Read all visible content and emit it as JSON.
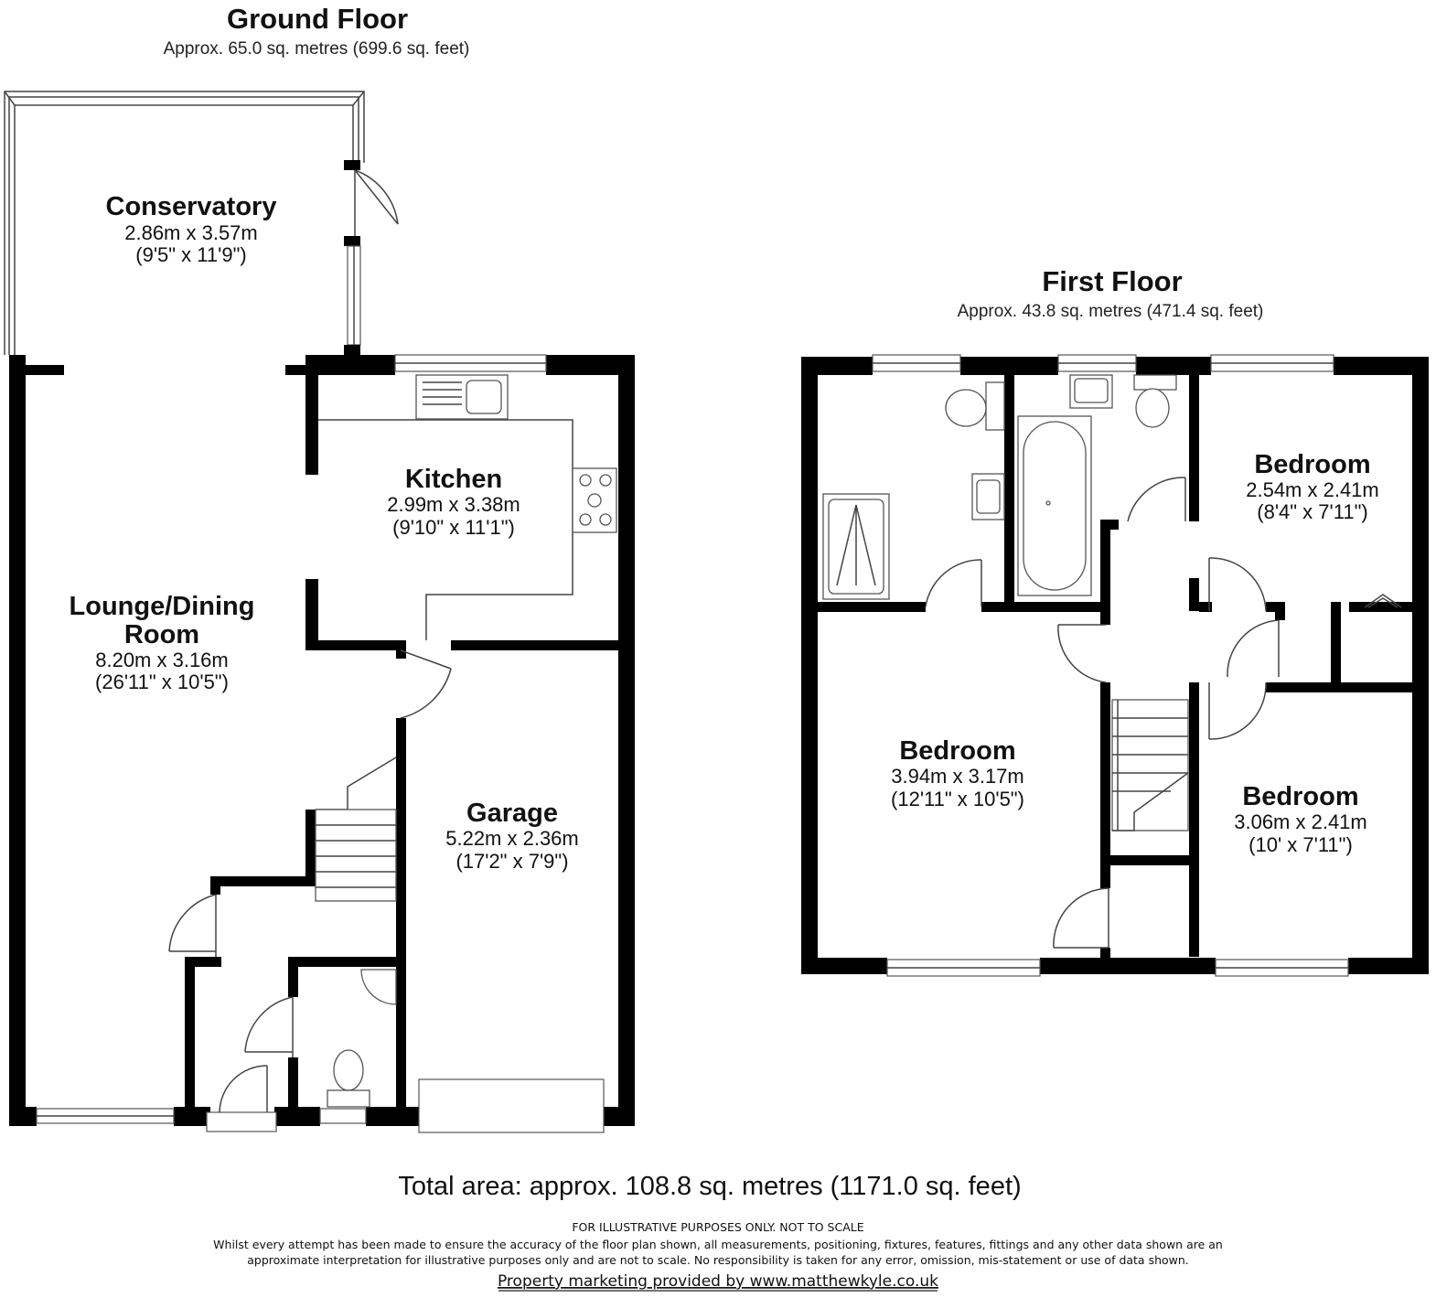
{
  "ground_floor": {
    "title": "Ground Floor",
    "area": "Approx. 65.0 sq. metres (699.6 sq. feet)",
    "rooms": [
      {
        "name": "Conservatory",
        "metric": "2.86m x 3.57m",
        "imperial": "(9'5\" x 11'9\")"
      },
      {
        "name": "Kitchen",
        "metric": "2.99m x 3.38m",
        "imperial": "(9'10\" x 11'1\")"
      },
      {
        "name_line1": "Lounge/Dining",
        "name_line2": "Room",
        "metric": "8.20m x 3.16m",
        "imperial": "(26'11\" x 10'5\")"
      },
      {
        "name": "Garage",
        "metric": "5.22m x 2.36m",
        "imperial": "(17'2\" x 7'9\")"
      }
    ]
  },
  "first_floor": {
    "title": "First Floor",
    "area": "Approx. 43.8 sq. metres (471.4 sq. feet)",
    "rooms": [
      {
        "name": "Bedroom",
        "metric": "2.54m x 2.41m",
        "imperial": "(8'4\" x 7'11\")"
      },
      {
        "name": "Bedroom",
        "metric": "3.94m x 3.17m",
        "imperial": "(12'11\" x 10'5\")"
      },
      {
        "name": "Bedroom",
        "metric": "3.06m x 2.41m",
        "imperial": "(10' x 7'11\")"
      }
    ]
  },
  "total_area": "Total area: approx. 108.8 sq. metres (1171.0 sq. feet)",
  "disclaimer": {
    "line1": "FOR ILLUSTRATIVE PURPOSES ONLY. NOT TO SCALE",
    "line2": "Whilst every attempt has been made to ensure the accuracy of the floor plan shown, all measurements, positioning, fixtures, features, fittings and any other data shown are an",
    "line3": "approximate interpretation for illustrative purposes only and are not to scale. No responsibility is taken for any error, omission, mis-statement or use of data shown."
  },
  "credit": "Property marketing provided by www.matthewkyle.co.uk"
}
